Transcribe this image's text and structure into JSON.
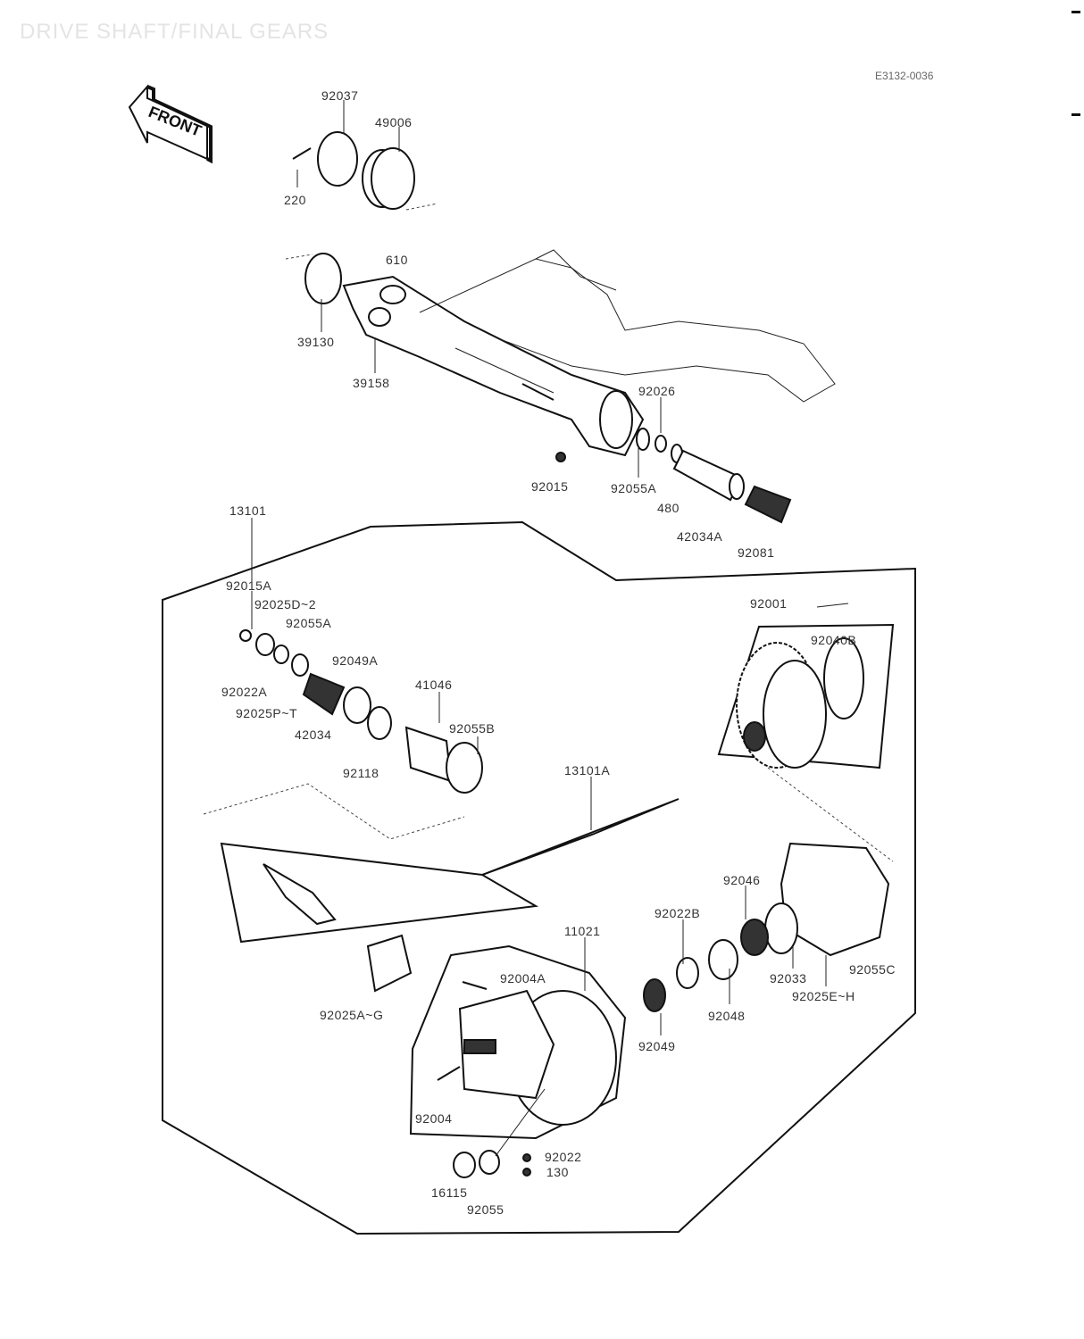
{
  "header": {
    "title": "DRIVE SHAFT/FINAL GEARS",
    "reference": "E3132-0036",
    "front_badge": "FRONT"
  },
  "labels": {
    "p92037": "92037",
    "p49006": "49006",
    "p220": "220",
    "p610": "610",
    "p39130": "39130",
    "p39158": "39158",
    "p92026": "92026",
    "p92015": "92015",
    "p92055A_top": "92055A",
    "p480": "480",
    "p42034A": "42034A",
    "p92081": "92081",
    "p13101": "13101",
    "p92015A": "92015A",
    "p92025D": "92025D~2",
    "p92055A": "92055A",
    "p92049A": "92049A",
    "p41046": "41046",
    "p92022A": "92022A",
    "p92025P": "92025P~T",
    "p42034": "42034",
    "p92055B": "92055B",
    "p92118": "92118",
    "p13101A": "13101A",
    "p92001": "92001",
    "p92040B": "92040B",
    "p92046": "92046",
    "p92022B": "92022B",
    "p11021": "11021",
    "p92004A": "92004A",
    "p92033": "92033",
    "p92055C": "92055C",
    "p92025E": "92025E~H",
    "p92025A": "92025A~G",
    "p92048": "92048",
    "p92049": "92049",
    "p92004": "92004",
    "p92022": "92022",
    "p130": "130",
    "p16115": "16115",
    "p92055": "92055"
  }
}
